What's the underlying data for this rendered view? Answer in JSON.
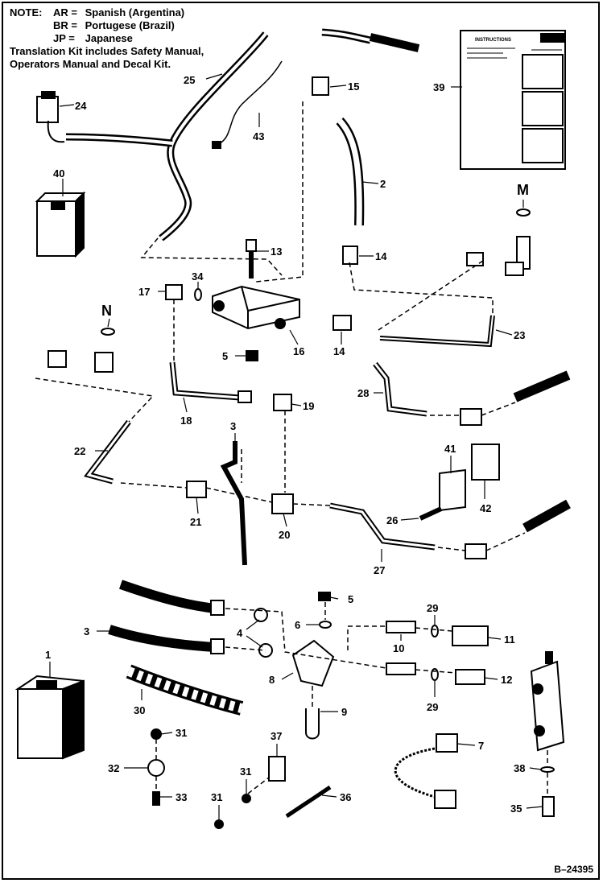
{
  "note": {
    "prefix": "NOTE:",
    "lines": [
      {
        "code": "AR =",
        "language": "Spanish (Argentina)"
      },
      {
        "code": "BR =",
        "language": "Portugese (Brazil)"
      },
      {
        "code": "JP =",
        "language": "Japanese"
      }
    ],
    "kit_line1": "Translation Kit includes Safety Manual,",
    "kit_line2": "Operators Manual and Decal Kit."
  },
  "instructions_sheet": {
    "heading": "INSTRUCTIONS"
  },
  "callouts": {
    "c1": "1",
    "c2": "2",
    "c3a": "3",
    "c3b": "3",
    "c4": "4",
    "c5a": "5",
    "c5b": "5",
    "c6": "6",
    "c7": "7",
    "c8": "8",
    "c9": "9",
    "c10": "10",
    "c11": "11",
    "c12": "12",
    "c13": "13",
    "c14a": "14",
    "c14b": "14",
    "c15": "15",
    "c16": "16",
    "c17": "17",
    "c18": "18",
    "c19": "19",
    "c20": "20",
    "c21": "21",
    "c22": "22",
    "c23": "23",
    "c24": "24",
    "c25": "25",
    "c26": "26",
    "c27": "27",
    "c28": "28",
    "c29a": "29",
    "c29b": "29",
    "c30": "30",
    "c31a": "31",
    "c31b": "31",
    "c31c": "31",
    "c32": "32",
    "c33": "33",
    "c34": "34",
    "c35": "35",
    "c36": "36",
    "c37": "37",
    "c38": "38",
    "c39": "39",
    "c40": "40",
    "c41": "41",
    "c42": "42",
    "c43": "43",
    "m": "M",
    "n": "N"
  },
  "reference": "B–24395",
  "colors": {
    "ink": "#000000",
    "paper": "#ffffff",
    "shade": "#555555"
  }
}
